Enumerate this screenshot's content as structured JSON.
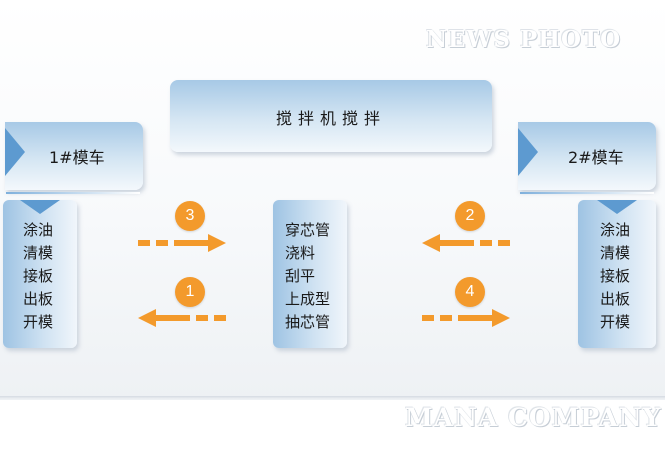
{
  "watermarks": {
    "top": "NEWS PHOTO",
    "bottom": "MANA COMPANY"
  },
  "mixer": {
    "label": "搅拌机搅拌"
  },
  "left_car": {
    "label": "1#模车",
    "steps": [
      "涂油",
      "清模",
      "接板",
      "出板",
      "开模"
    ]
  },
  "right_car": {
    "label": "2#模车",
    "steps": [
      "涂油",
      "清模",
      "接板",
      "出板",
      "开模"
    ]
  },
  "center": {
    "steps": [
      "穿芯管",
      "浇料",
      "刮平",
      "上成型",
      "抽芯管"
    ]
  },
  "arrows": [
    {
      "number": "3",
      "direction": "right"
    },
    {
      "number": "1",
      "direction": "left"
    },
    {
      "number": "2",
      "direction": "left"
    },
    {
      "number": "4",
      "direction": "right"
    }
  ],
  "colors": {
    "arrow": "#f39a2c",
    "box_blue": "#5d9ad0"
  }
}
